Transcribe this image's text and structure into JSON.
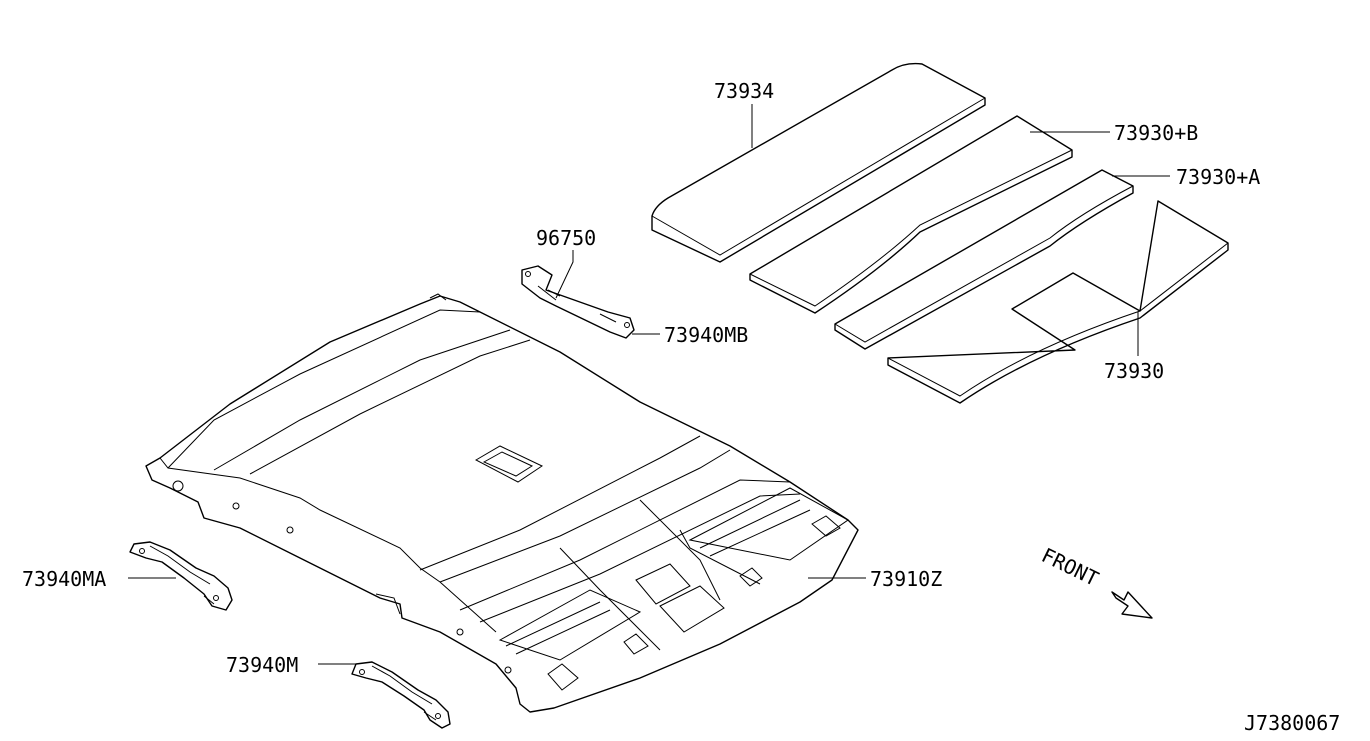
{
  "diagram": {
    "labels": {
      "p73934": "73934",
      "p73930b": "73930+B",
      "p73930a": "73930+A",
      "p73930": "73930",
      "p96750": "96750",
      "p73940mb": "73940MB",
      "p73940ma": "73940MA",
      "p73940m": "73940M",
      "p73910z": "73910Z",
      "front": "FRONT",
      "drawing_id": "J7380067"
    },
    "colors": {
      "line": "#000000",
      "background": "#ffffff"
    }
  }
}
